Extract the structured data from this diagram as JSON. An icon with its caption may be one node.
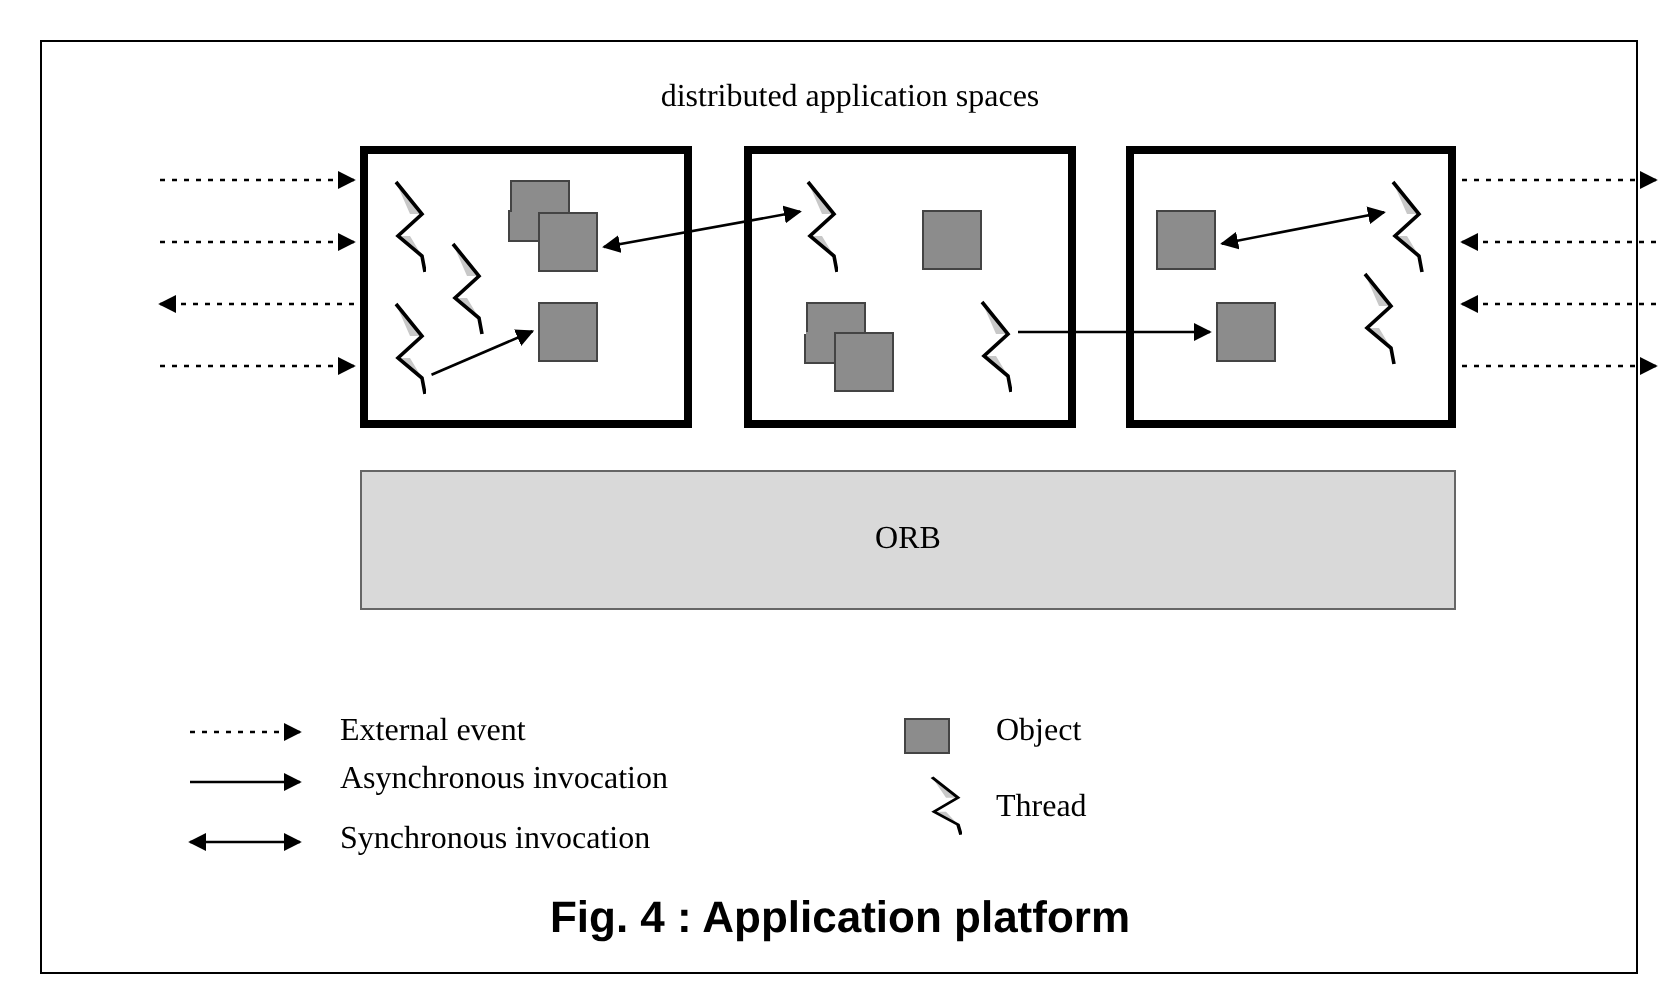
{
  "diagram": {
    "caption": "Fig. 4 : Application platform",
    "nodes": [
      {
        "text": [],
        "shape": "box"
      },
      {
        "text": [],
        "shape": "zigzag",
        "in": 0
      },
      {
        "text": [],
        "shape": "zigzag",
        "in": 0
      },
      {
        "text": [],
        "shape": "zigzag",
        "in": 0
      },
      {
        "text": [],
        "shape": "box",
        "in": 0
      },
      {
        "text": [],
        "shape": "box",
        "in": 0
      },
      {
        "text": [],
        "shape": "box",
        "in": 0
      },
      {
        "text": [],
        "shape": "box"
      },
      {
        "text": [],
        "shape": "zigzag",
        "in": 7
      },
      {
        "text": [],
        "shape": "box",
        "in": 7
      },
      {
        "text": [],
        "shape": "box",
        "in": 7
      },
      {
        "text": [],
        "shape": "box",
        "in": 7
      },
      {
        "text": [],
        "shape": "zigzag",
        "in": 7
      },
      {
        "text": [],
        "shape": "box"
      },
      {
        "text": [],
        "shape": "box",
        "in": 13
      },
      {
        "text": [],
        "shape": "zigzag",
        "in": 13
      },
      {
        "text": [],
        "shape": "zigzag",
        "in": 13
      },
      {
        "text": [],
        "shape": "box",
        "in": 13
      },
      {
        "text": [
          "ORB"
        ]
      }
    ],
    "edges": [
      {
        "from": null,
        "to": 0,
        "arrow": "to",
        "style": "dashed"
      },
      {
        "from": null,
        "to": 0,
        "arrow": "to",
        "style": "dashed"
      },
      {
        "from": 0,
        "to": null,
        "arrow": "to",
        "style": "dashed"
      },
      {
        "from": null,
        "to": 0,
        "arrow": "to",
        "style": "dashed"
      },
      {
        "from": 5,
        "to": 8,
        "arrow": "both"
      },
      {
        "from": 3,
        "to": 6,
        "arrow": "to"
      },
      {
        "from": 12,
        "to": 17,
        "arrow": "to"
      },
      {
        "from": 14,
        "to": 15,
        "arrow": "both"
      },
      {
        "from": 13,
        "to": null,
        "arrow": "to",
        "style": "dashed"
      },
      {
        "from": null,
        "to": 13,
        "arrow": "to",
        "style": "dashed"
      },
      {
        "from": null,
        "to": 13,
        "arrow": "to",
        "style": "dashed"
      },
      {
        "from": 13,
        "to": null,
        "arrow": "to",
        "style": "dashed"
      }
    ],
    "labels": [
      "distributed application spaces"
    ],
    "legend": [
      {
        "text": "External event"
      },
      {
        "text": "Asynchronous invocation"
      },
      {
        "text": "Synchronous invocation"
      },
      {
        "text": "Object",
        "color": "#8c8c8c"
      },
      {
        "text": "Thread"
      }
    ]
  }
}
